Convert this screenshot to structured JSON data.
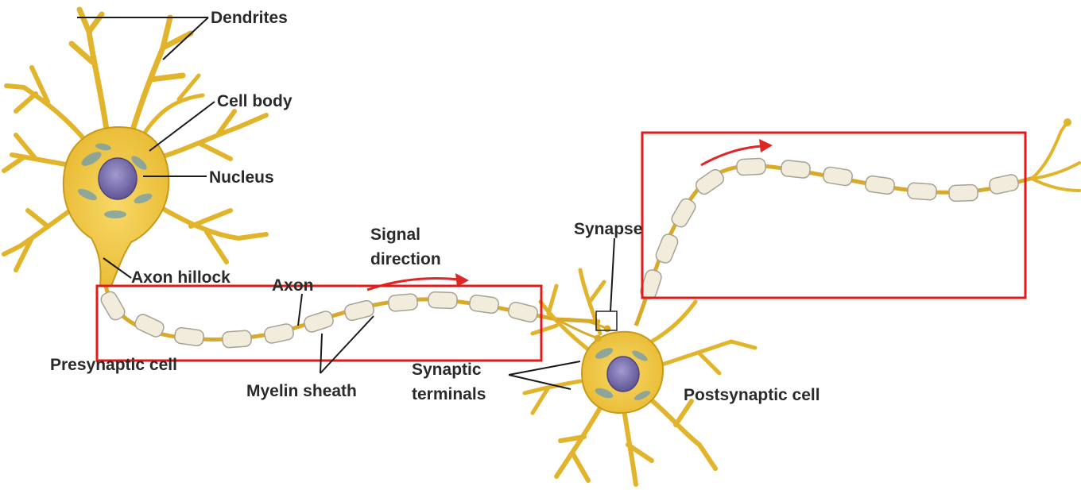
{
  "labels": {
    "dendrites": "Dendrites",
    "cell_body": "Cell body",
    "nucleus": "Nucleus",
    "axon_hillock": "Axon hillock",
    "axon": "Axon",
    "signal_direction_1": "Signal",
    "signal_direction_2": "direction",
    "synapse": "Synapse",
    "presynaptic_cell": "Presynaptic cell",
    "myelin_sheath": "Myelin sheath",
    "synaptic_terminals_1": "Synaptic",
    "synaptic_terminals_2": "terminals",
    "postsynaptic_cell": "Postsynaptic cell"
  },
  "colors": {
    "neuron_fill": "#f0c63c",
    "neuron_stroke": "#c99a1a",
    "myelin_fill": "#f1ecdc",
    "myelin_stroke": "#a8a294",
    "nucleus": "#7d73b0",
    "organelle": "#6f9bb2",
    "arrow": "#e02525",
    "highlight_box": "#e41a1a"
  },
  "icons": {
    "signal_arrow": "red-curved-arrow",
    "synapse_marker": "square-outline"
  }
}
